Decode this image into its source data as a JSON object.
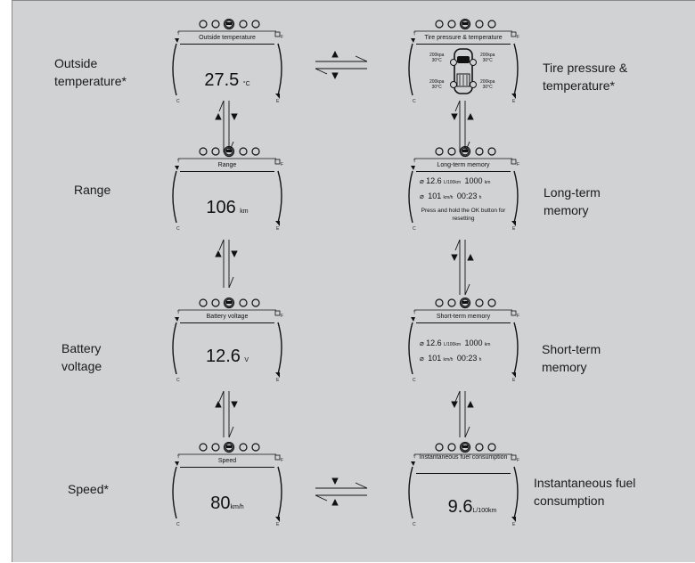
{
  "labels": {
    "outside_temperature": "Outside\ntemperature*",
    "range": "Range",
    "battery_voltage": "Battery\nvoltage",
    "speed": "Speed*",
    "tire_pressure": "Tire pressure &\ntemperature*",
    "long_term_memory": "Long-term\nmemory",
    "short_term_memory": "Short-term\nmemory",
    "instantaneous_fuel": "Instantaneous fuel\nconsumption"
  },
  "screens": {
    "outside_temperature": {
      "header": "Outside temperature",
      "value": "27.5",
      "unit": "°C"
    },
    "range": {
      "header": "Range",
      "value": "106",
      "unit": "km"
    },
    "battery_voltage": {
      "header": "Battery voltage",
      "value": "12.6",
      "unit": "V"
    },
    "speed": {
      "header": "Speed",
      "value": "80",
      "unit": "km/h"
    },
    "tire_pressure": {
      "header": "Tire pressure & temperature",
      "pressure": "200",
      "pressure_unit": "kpa",
      "temperature": "30",
      "temperature_unit": "°C"
    },
    "long_term_memory": {
      "header": "Long-term memory",
      "consumption": "12.6",
      "consumption_unit": "L/100km",
      "distance": "1000",
      "distance_unit": "km",
      "avg_speed": "101",
      "avg_speed_unit": "km/h",
      "time": "00:23",
      "time_unit": "h",
      "note": "Press and hold the OK button for resetting"
    },
    "short_term_memory": {
      "header": "Short-term memory",
      "consumption": "12.6",
      "consumption_unit": "L/100km",
      "distance": "1000",
      "distance_unit": "km",
      "avg_speed": "101",
      "avg_speed_unit": "km/h",
      "time": "00:23",
      "time_unit": "h"
    },
    "instantaneous_fuel": {
      "header": "Instantaneous fuel consumption",
      "value": "9.6",
      "unit": "L/100km"
    }
  },
  "gauge_marks": {
    "c": "C",
    "e": "E",
    "f": "F",
    "avg": "⌀"
  },
  "icon_row": [
    "trip-icon",
    "tire-icon",
    "car-icon",
    "warning-icon",
    "music-icon"
  ]
}
